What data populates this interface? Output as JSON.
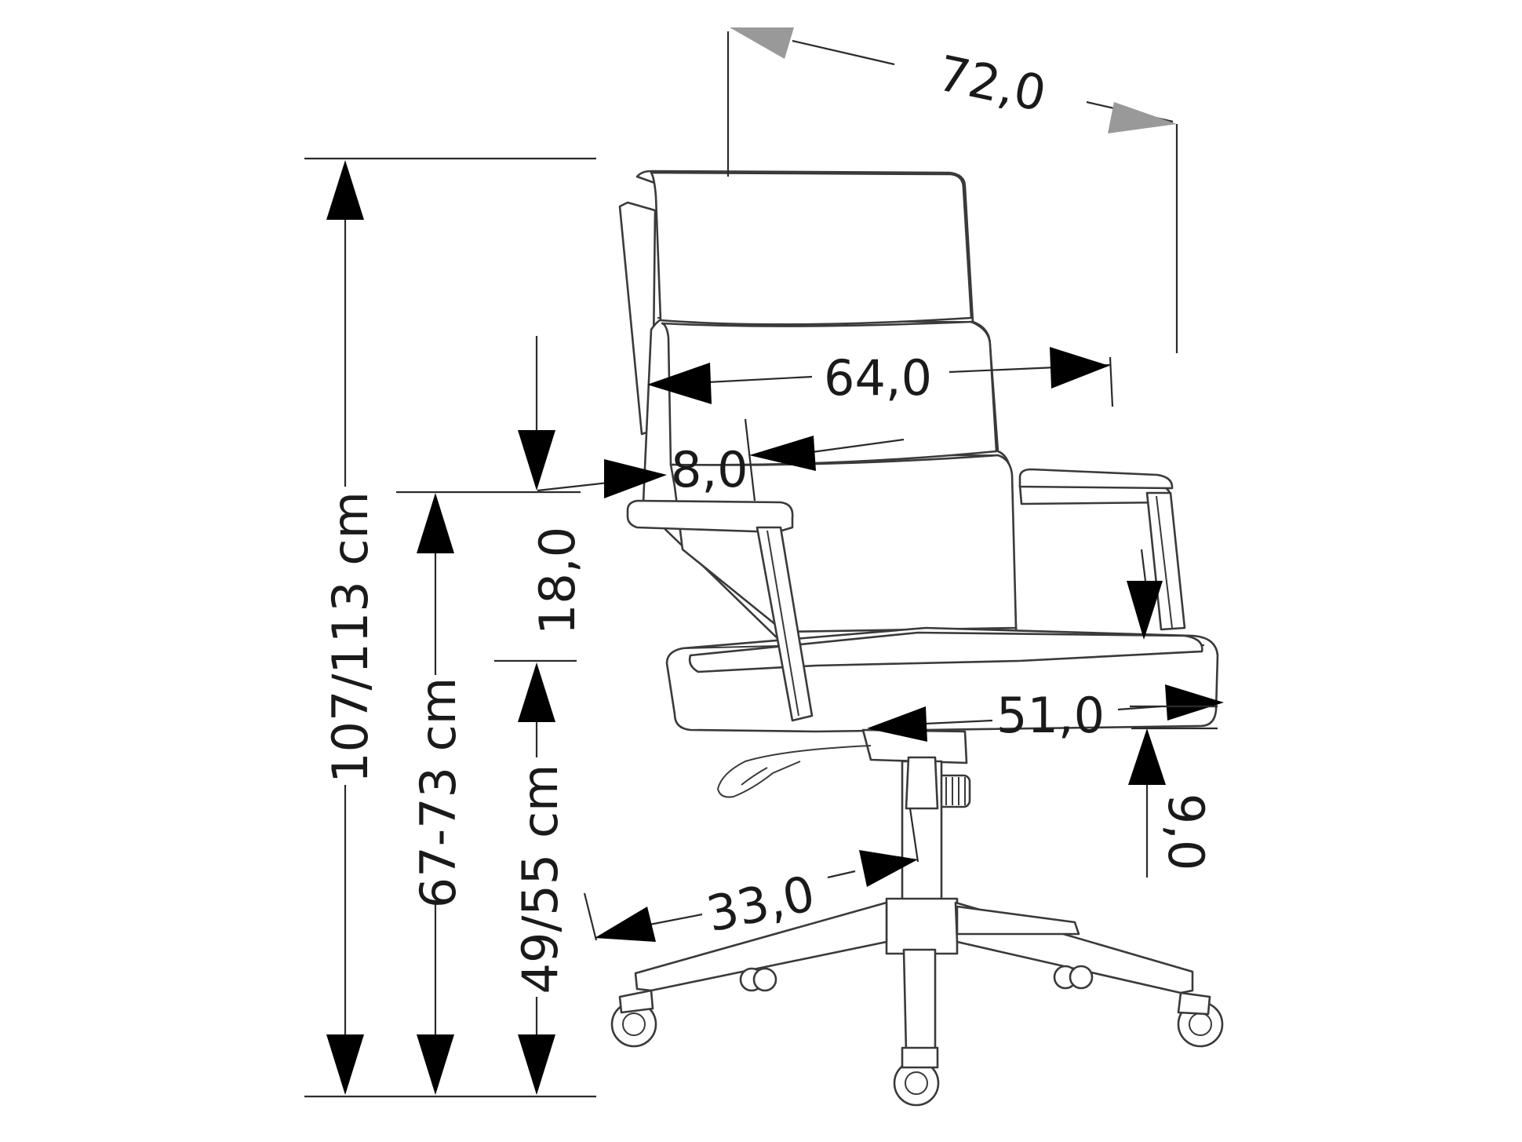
{
  "dimensions": {
    "overall_width": "72,0",
    "backrest_width": "64,0",
    "armrest_height": "8,0",
    "arm_to_seat": "18,0",
    "seat_depth": "51,0",
    "seat_thickness": "9,0",
    "base_radius": "33,0",
    "total_height": "107/113 cm",
    "armrest_floor_height": "67-73 cm",
    "seat_height": "49/55 cm"
  },
  "colors": {
    "lines": "#2b2b2b",
    "arrows": "#000000",
    "arrows_top": "#999999"
  }
}
